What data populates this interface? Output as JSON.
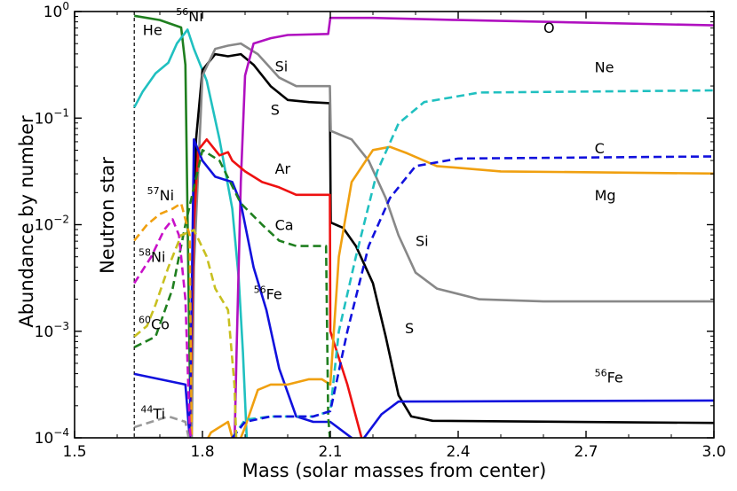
{
  "chart_data": {
    "type": "line",
    "xlabel": "Mass (solar masses from center)",
    "ylabel": "Abundance by number",
    "xlim": [
      1.5,
      3.0
    ],
    "ylim_log10": [
      -4,
      0
    ],
    "yscale": "log",
    "x_ticks": [
      "1.5",
      "1.8",
      "2.1",
      "2.4",
      "2.7",
      "3.0"
    ],
    "x_tick_values": [
      1.5,
      1.8,
      2.1,
      2.4,
      2.7,
      3.0
    ],
    "y_tick_values_log10": [
      -4,
      -3,
      -2,
      -1,
      0
    ],
    "y_ticks": [
      {
        "base": "10",
        "exp": "−4"
      },
      {
        "base": "10",
        "exp": "−3"
      },
      {
        "base": "10",
        "exp": "−2"
      },
      {
        "base": "10",
        "exp": "−1"
      },
      {
        "base": "10",
        "exp": "0"
      }
    ],
    "grid": false,
    "neutron_star_boundary": 1.64,
    "neutron_star_label": "Neutron star",
    "series": [
      {
        "color": "#1f7f1f",
        "dash": false,
        "points": [
          [
            1.64,
            -0.04
          ],
          [
            1.7,
            -0.08
          ],
          [
            1.75,
            -0.15
          ],
          [
            1.76,
            -0.5
          ],
          [
            1.767,
            -2.5
          ],
          [
            1.773,
            -4.1
          ]
        ]
      },
      {
        "color": "#20c0c0",
        "dash": false,
        "points": [
          [
            1.64,
            -0.9
          ],
          [
            1.66,
            -0.75
          ],
          [
            1.69,
            -0.58
          ],
          [
            1.72,
            -0.48
          ],
          [
            1.74,
            -0.3
          ],
          [
            1.765,
            -0.17
          ],
          [
            1.78,
            -0.35
          ],
          [
            1.81,
            -0.65
          ],
          [
            1.84,
            -1.2
          ],
          [
            1.87,
            -1.85
          ],
          [
            1.885,
            -2.5
          ],
          [
            1.895,
            -3.2
          ],
          [
            1.905,
            -4.1
          ]
        ]
      },
      {
        "color": "#000000",
        "dash": false,
        "points": [
          [
            1.773,
            -4.1
          ],
          [
            1.78,
            -2.2
          ],
          [
            1.785,
            -1.2
          ],
          [
            1.8,
            -0.55
          ],
          [
            1.83,
            -0.4
          ],
          [
            1.86,
            -0.42
          ],
          [
            1.89,
            -0.4
          ],
          [
            1.92,
            -0.5
          ],
          [
            1.96,
            -0.7
          ],
          [
            2.0,
            -0.83
          ],
          [
            2.05,
            -0.85
          ],
          [
            2.099,
            -0.86
          ],
          [
            2.101,
            -1.98
          ],
          [
            2.13,
            -2.03
          ],
          [
            2.16,
            -2.2
          ],
          [
            2.2,
            -2.55
          ],
          [
            2.23,
            -3.05
          ],
          [
            2.26,
            -3.6
          ],
          [
            2.29,
            -3.8
          ],
          [
            2.34,
            -3.84
          ],
          [
            3.0,
            -3.86
          ]
        ]
      },
      {
        "color": "#888888",
        "dash": false,
        "points": [
          [
            1.64,
            -4.0
          ],
          [
            1.68,
            -4.0
          ],
          [
            1.73,
            -4.0
          ],
          [
            1.775,
            -4.0
          ],
          [
            1.78,
            -2.4
          ],
          [
            1.8,
            -0.6
          ],
          [
            1.83,
            -0.35
          ],
          [
            1.86,
            -0.32
          ],
          [
            1.89,
            -0.3
          ],
          [
            1.93,
            -0.4
          ],
          [
            1.98,
            -0.62
          ],
          [
            2.02,
            -0.7
          ],
          [
            2.099,
            -0.7
          ],
          [
            2.101,
            -1.12
          ],
          [
            2.15,
            -1.2
          ],
          [
            2.19,
            -1.4
          ],
          [
            2.23,
            -1.75
          ],
          [
            2.26,
            -2.1
          ],
          [
            2.3,
            -2.45
          ],
          [
            2.35,
            -2.6
          ],
          [
            2.45,
            -2.7
          ],
          [
            2.6,
            -2.72
          ],
          [
            3.0,
            -2.72
          ]
        ]
      },
      {
        "color": "#b010c0",
        "dash": false,
        "points": [
          [
            1.875,
            -4.1
          ],
          [
            1.88,
            -3.2
          ],
          [
            1.89,
            -1.6
          ],
          [
            1.9,
            -0.6
          ],
          [
            1.92,
            -0.3
          ],
          [
            1.96,
            -0.25
          ],
          [
            2.0,
            -0.22
          ],
          [
            2.095,
            -0.21
          ],
          [
            2.1,
            -0.06
          ],
          [
            2.2,
            -0.06
          ],
          [
            2.4,
            -0.08
          ],
          [
            3.0,
            -0.13
          ]
        ]
      },
      {
        "color": "#ee1111",
        "dash": false,
        "points": [
          [
            1.77,
            -4.1
          ],
          [
            1.78,
            -2.0
          ],
          [
            1.79,
            -1.3
          ],
          [
            1.81,
            -1.2
          ],
          [
            1.84,
            -1.35
          ],
          [
            1.86,
            -1.32
          ],
          [
            1.87,
            -1.4
          ],
          [
            1.9,
            -1.5
          ],
          [
            1.94,
            -1.6
          ],
          [
            1.98,
            -1.65
          ],
          [
            2.02,
            -1.72
          ],
          [
            2.099,
            -1.72
          ],
          [
            2.1,
            -3.0
          ],
          [
            2.14,
            -3.5
          ],
          [
            2.17,
            -3.95
          ],
          [
            2.18,
            -4.1
          ]
        ]
      },
      {
        "color": "#1111dd",
        "dash": false,
        "points": [
          [
            1.64,
            -3.4
          ],
          [
            1.7,
            -3.45
          ],
          [
            1.76,
            -3.5
          ],
          [
            1.77,
            -4.0
          ],
          [
            1.78,
            -1.2
          ],
          [
            1.8,
            -1.4
          ],
          [
            1.83,
            -1.55
          ],
          [
            1.87,
            -1.6
          ],
          [
            1.89,
            -1.8
          ],
          [
            1.92,
            -2.4
          ],
          [
            1.95,
            -2.8
          ],
          [
            1.98,
            -3.35
          ],
          [
            2.02,
            -3.8
          ],
          [
            2.06,
            -3.85
          ],
          [
            2.1,
            -3.85
          ],
          [
            2.15,
            -4.0
          ],
          [
            2.17,
            -4.05
          ],
          [
            2.22,
            -3.78
          ],
          [
            2.26,
            -3.66
          ],
          [
            3.0,
            -3.65
          ]
        ]
      },
      {
        "color": "#f0a010",
        "dash": false,
        "points": [
          [
            1.8,
            -4.1
          ],
          [
            1.82,
            -3.95
          ],
          [
            1.86,
            -3.85
          ],
          [
            1.87,
            -4.0
          ],
          [
            1.88,
            -4.1
          ],
          [
            1.9,
            -3.9
          ],
          [
            1.93,
            -3.55
          ],
          [
            1.96,
            -3.5
          ],
          [
            2.0,
            -3.5
          ],
          [
            2.05,
            -3.45
          ],
          [
            2.08,
            -3.45
          ],
          [
            2.1,
            -3.5
          ],
          [
            2.12,
            -2.3
          ],
          [
            2.15,
            -1.6
          ],
          [
            2.2,
            -1.3
          ],
          [
            2.24,
            -1.27
          ],
          [
            2.28,
            -1.33
          ],
          [
            2.35,
            -1.45
          ],
          [
            2.5,
            -1.5
          ],
          [
            3.0,
            -1.52
          ]
        ]
      },
      {
        "color": "#1f7f1f",
        "dash": true,
        "points": [
          [
            1.64,
            -3.15
          ],
          [
            1.69,
            -3.05
          ],
          [
            1.73,
            -2.6
          ],
          [
            1.76,
            -2.0
          ],
          [
            1.8,
            -1.3
          ],
          [
            1.84,
            -1.4
          ],
          [
            1.89,
            -1.8
          ],
          [
            1.94,
            -2.0
          ],
          [
            1.98,
            -2.15
          ],
          [
            2.02,
            -2.2
          ],
          [
            2.09,
            -2.2
          ],
          [
            2.095,
            -3.8
          ],
          [
            2.099,
            -4.0
          ]
        ]
      },
      {
        "color": "#20c0c0",
        "dash": true,
        "points": [
          [
            1.87,
            -4.0
          ],
          [
            1.9,
            -3.83
          ],
          [
            1.96,
            -3.8
          ],
          [
            2.06,
            -3.8
          ],
          [
            2.1,
            -3.75
          ],
          [
            2.12,
            -3.0
          ],
          [
            2.16,
            -2.3
          ],
          [
            2.21,
            -1.5
          ],
          [
            2.26,
            -1.05
          ],
          [
            2.32,
            -0.85
          ],
          [
            2.45,
            -0.76
          ],
          [
            3.0,
            -0.74
          ]
        ]
      },
      {
        "color": "#1111dd",
        "dash": true,
        "points": [
          [
            1.87,
            -4.0
          ],
          [
            1.9,
            -3.85
          ],
          [
            1.96,
            -3.8
          ],
          [
            2.06,
            -3.8
          ],
          [
            2.1,
            -3.75
          ],
          [
            2.14,
            -3.0
          ],
          [
            2.19,
            -2.2
          ],
          [
            2.24,
            -1.75
          ],
          [
            2.3,
            -1.45
          ],
          [
            2.4,
            -1.38
          ],
          [
            3.0,
            -1.36
          ]
        ]
      },
      {
        "color": "#f0a010",
        "dash": true,
        "points": [
          [
            1.64,
            -2.15
          ],
          [
            1.67,
            -2.0
          ],
          [
            1.7,
            -1.9
          ],
          [
            1.73,
            -1.85
          ],
          [
            1.75,
            -1.8
          ],
          [
            1.77,
            -2.1
          ],
          [
            1.775,
            -4.1
          ]
        ]
      },
      {
        "color": "#c810c8",
        "dash": true,
        "points": [
          [
            1.64,
            -2.55
          ],
          [
            1.68,
            -2.3
          ],
          [
            1.71,
            -2.05
          ],
          [
            1.73,
            -1.95
          ],
          [
            1.745,
            -2.1
          ],
          [
            1.76,
            -2.7
          ],
          [
            1.77,
            -3.9
          ],
          [
            1.775,
            -4.1
          ]
        ]
      },
      {
        "color": "#c8c020",
        "dash": true,
        "points": [
          [
            1.64,
            -3.05
          ],
          [
            1.67,
            -2.95
          ],
          [
            1.69,
            -2.75
          ],
          [
            1.72,
            -2.4
          ],
          [
            1.75,
            -2.1
          ],
          [
            1.78,
            -2.05
          ],
          [
            1.81,
            -2.3
          ],
          [
            1.83,
            -2.6
          ],
          [
            1.86,
            -2.8
          ],
          [
            1.875,
            -3.5
          ],
          [
            1.88,
            -4.1
          ]
        ]
      },
      {
        "color": "#999999",
        "dash": true,
        "points": [
          [
            1.64,
            -3.9
          ],
          [
            1.68,
            -3.85
          ],
          [
            1.72,
            -3.8
          ],
          [
            1.76,
            -3.85
          ],
          [
            1.77,
            -4.05
          ]
        ]
      }
    ],
    "annotations": [
      {
        "text": "He",
        "sup": "",
        "x": 1.66,
        "y": -0.22
      },
      {
        "text": "Ni",
        "sup": "56",
        "x": 1.738,
        "y": -0.09
      },
      {
        "text": "O",
        "sup": "",
        "x": 2.6,
        "y": -0.2
      },
      {
        "text": "Si",
        "sup": "",
        "x": 1.97,
        "y": -0.56
      },
      {
        "text": "Ne",
        "sup": "",
        "x": 2.72,
        "y": -0.57
      },
      {
        "text": "S",
        "sup": "",
        "x": 1.96,
        "y": -0.97
      },
      {
        "text": "C",
        "sup": "",
        "x": 2.72,
        "y": -1.33
      },
      {
        "text": "Ar",
        "sup": "",
        "x": 1.97,
        "y": -1.52
      },
      {
        "text": "Ni",
        "sup": "57",
        "x": 1.67,
        "y": -1.77
      },
      {
        "text": "Mg",
        "sup": "",
        "x": 2.72,
        "y": -1.77
      },
      {
        "text": "Ca",
        "sup": "",
        "x": 1.97,
        "y": -2.05
      },
      {
        "text": "Si",
        "sup": "",
        "x": 2.3,
        "y": -2.2
      },
      {
        "text": "Ni",
        "sup": "58",
        "x": 1.65,
        "y": -2.35
      },
      {
        "text": "Fe",
        "sup": "56",
        "x": 1.92,
        "y": -2.7
      },
      {
        "text": "Co",
        "sup": "60",
        "x": 1.65,
        "y": -2.98
      },
      {
        "text": "S",
        "sup": "",
        "x": 2.275,
        "y": -3.02
      },
      {
        "text": "Fe",
        "sup": "56",
        "x": 2.72,
        "y": -3.48
      },
      {
        "text": "Ti",
        "sup": "44",
        "x": 1.655,
        "y": -3.82
      }
    ]
  }
}
